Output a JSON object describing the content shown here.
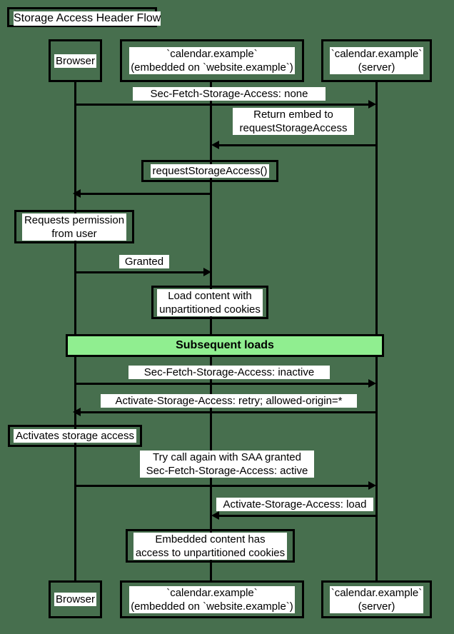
{
  "diagram": {
    "title": "Storage Access Header Flow",
    "type": "sequence-diagram",
    "background_color": "#476f4e",
    "line_color": "#000000",
    "label_background": "#ffffff",
    "banner_color": "#90ee90"
  },
  "participants": [
    {
      "id": "browser",
      "label": "Browser"
    },
    {
      "id": "embedded",
      "label": "`calendar.example`\n(embedded on `website.example`)"
    },
    {
      "id": "server",
      "label": "`calendar.example`\n(server)"
    }
  ],
  "messages": [
    {
      "from": "browser",
      "to": "server",
      "label": "Sec-Fetch-Storage-Access: none"
    },
    {
      "from": "server",
      "to": "embedded",
      "label": "Return embed to\nrequestStorageAccess"
    },
    {
      "from": "embedded",
      "to": "browser",
      "label": ""
    },
    {
      "from": "browser",
      "to": "embedded",
      "label": "Granted"
    },
    {
      "from": "browser",
      "to": "server",
      "label": "Sec-Fetch-Storage-Access: inactive"
    },
    {
      "from": "server",
      "to": "browser",
      "label": "Activate-Storage-Access: retry; allowed-origin=*"
    },
    {
      "from": "browser",
      "to": "server",
      "label": "Try call again with SAA granted\nSec-Fetch-Storage-Access: active"
    },
    {
      "from": "server",
      "to": "embedded",
      "label": "Activate-Storage-Access: load"
    }
  ],
  "notes": [
    {
      "over": "embedded",
      "text": "requestStorageAccess()"
    },
    {
      "over": "browser",
      "text": "Requests permission\nfrom user"
    },
    {
      "over": "embedded",
      "text": "Load content with\nunpartitioned cookies"
    },
    {
      "over": "browser",
      "text": "Activates storage access"
    },
    {
      "over": "embedded",
      "text": "Embedded content has\naccess to unpartitioned cookies"
    }
  ],
  "sections": [
    {
      "label": "Subsequent loads"
    }
  ]
}
